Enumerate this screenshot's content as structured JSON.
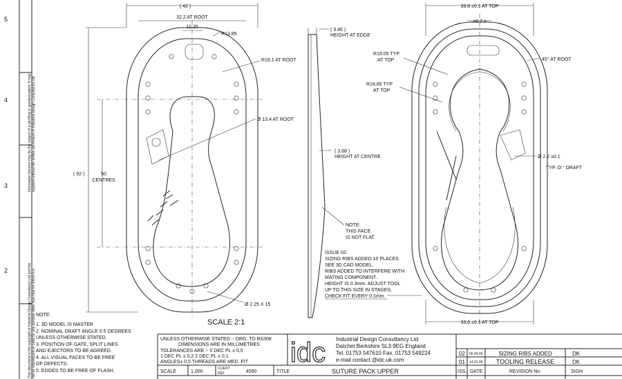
{
  "zones": [
    "5",
    "4",
    "3",
    "2"
  ],
  "copyright_notice_1": "Information thereon may be the subject of a pending or granted patent. It may",
  "copyright_notice_2": "supplied without the written permission of Industrial Design Consultancy Ltd.",
  "copyright_notice_3": "This document is the copyright of Industrial Design Consultancy Ltd and the",
  "copyright_notice_4": "not be reproduced or used for any purpose other than that for which it is",
  "left_view": {
    "dims": {
      "overall_width": "( 42 )",
      "root_width": "32.2  AT ROOT",
      "slot": "12.25",
      "r_top": "R13.85",
      "r_root": "R16.1  AT ROOT",
      "hole": "Ø 13.4  AT ROOT",
      "length": "( 92 )",
      "centres_value": "50",
      "centres_label": "CENTRES",
      "holes": "Ø 2.25  X 15"
    },
    "scale_label": "SCALE 2:1"
  },
  "side_view": {
    "edge_value": "( 3.46 )",
    "edge_label": "HEIGHT AT EDGE",
    "centre_value": "( 3.68 )",
    "centre_label": "HEIGHT AT CENTRE",
    "note_1": "NOTE:",
    "note_2": "THIS FACE",
    "note_3": "IS NOT FLAT."
  },
  "issue_note": [
    "ISSUE 02:",
    "SIZING RIBS ADDED 10 PLACES",
    "SEE 3D CAD MODEL.",
    "RIBS ADDED TO INTERFERE WITH",
    "MATING COMPONENT.",
    "HEIGHT IS 0.3mm.  ADJUST TOOL",
    "UP TO THIS SIZE IN STAGES,",
    "CHECK FIT EVERY 0.1mm."
  ],
  "right_view": {
    "top_width": "33.8 ±0.1  AT TOP",
    "slot_width": "=8.7 =",
    "r_typ_1": "R18.05  TYP",
    "r_typ_1b": "AT TOP",
    "r_typ_2": "R18.85  TYP",
    "r_typ_2b": "AT TOP",
    "angle": "45° AT ROOT",
    "pin": "Ø 2.2 ±0.1",
    "draft": "TYP. O ° DRAFT",
    "bottom_width": "33.6 ±0.1  AT TOP"
  },
  "notes": [
    "NOTE:",
    "1. 3D MODEL IS MASTER",
    "2. NOMINAL DRAFT ANGLE 0.5 DEGREES",
    "    UNLESS OTHERWISE STATED.",
    "3. POSITION OF GATE, SPLIT LINES",
    "    AND EJECTORS TO BE AGREED.",
    "4. ALL VISUAL FACES TO BE FREE",
    "    OF DEFECTS.",
    "5. EDGES TO BE FREE OF FLASH."
  ],
  "tolerances": {
    "line1": "UNLESS OTHERWISE STATED :- DRG. TO BS308",
    "line2": "DIMENSIONS ARE IN MILLIMETRES",
    "line3": "TOLERANCES ARE :-      0 DEC PL           ± 0,5",
    "line4": "1 DEC PL  ± 0,2        2 DEC PL           ± 0,1",
    "line5": "ANGLES± 0,5        THREADS ARE MED. FIT"
  },
  "logo_text": "idc",
  "company": {
    "name": "Industrial Design Consultancy Ltd",
    "address": "Datchet  Berkshire  SL3 9EG  England",
    "phone": "Tel. 01753 547610  Fax. 01753 549224",
    "contact": "e-mail  contact        @idc.uk.com"
  },
  "revisions": [
    {
      "iss": "02",
      "date": "06.04.09",
      "desc": "SIZING RIBS ADDED",
      "sign": "DK"
    },
    {
      "iss": "01",
      "date": "14.01.09",
      "desc": "TOOLING RELEASE",
      "sign": "DK"
    }
  ],
  "rev_headers": {
    "iss": "ISS.",
    "date": "DATE",
    "desc": "REVISION No.",
    "sign": "SIGN"
  },
  "title_block": {
    "scale_label": "SCALE",
    "scale_value": "1.000",
    "client_ref_1": "CLIENT",
    "client_ref_2": "REF",
    "client_ref_value": "4590",
    "title_label": "TITLE",
    "title_value": "SUTURE PACK UPPER"
  }
}
